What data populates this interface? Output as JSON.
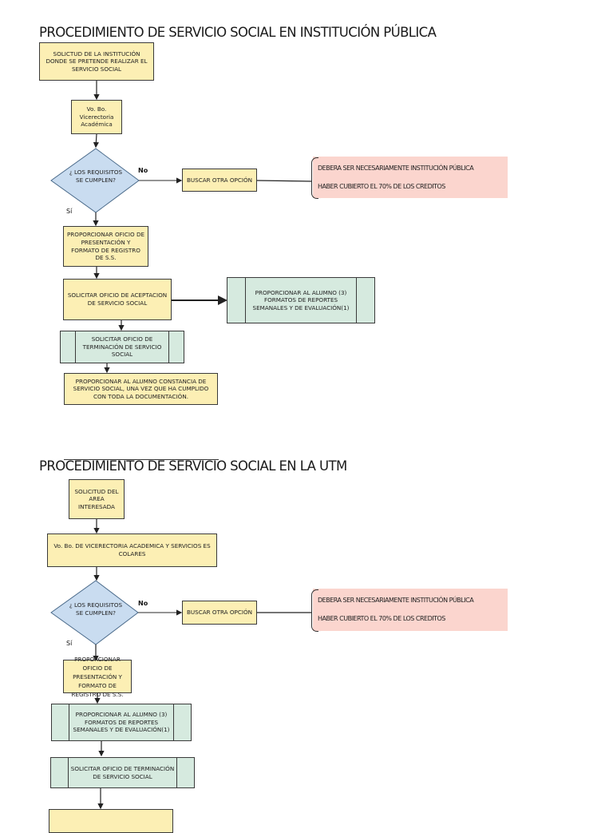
{
  "section1": {
    "title": "PROCEDIMIENTO DE SERVICIO SOCIAL EN INSTITUCIÓN PÚBLICA",
    "step1": "SOLICTUD DE LA INSTITUCIÓN DONDE SE PRETENDE REALIZAR EL SERVICIO SOCIAL",
    "step2": "Vo. Bo. Vicerectoria Académica",
    "decision": "¿ LOS REQUISITOS SE CUMPLEN?",
    "no_label": "No",
    "yes_label": "Sí",
    "alternative": "BUSCAR OTRA OPCIÓN",
    "notes": [
      "DEBERA SER NECESARIAMENTE INSTITUCIÓN PÚBLICA",
      "HABER CUBIERTO EL 70% DE LOS CREDITOS"
    ],
    "step3": "PROPORCIONAR OFICIO DE PRESENTACIÓN Y FORMATO DE REGISTRO DE S.S.",
    "step4": "SOLICITAR OFICIO DE ACEPTACION DE SERVICIO SOCIAL",
    "step4_side": "PROPORCIONAR AL ALUMNO (3) FORMATOS DE REPORTES SEMANALES Y DE EVALUACIÓN(1)",
    "step5": "SOLICITAR OFICIO DE TERMINACIÓN DE SERVICIO SOCIAL",
    "step6": "PROPORCIONAR AL ALUMNO CONSTANCIA DE SERVICIO SOCIAL, UNA VEZ QUE HA CUMPLIDO CON TODA LA DOCUMENTACIÓN."
  },
  "section2": {
    "title": "PROCEDIMIENTO DE SERVICIO SOCIAL EN LA UTM",
    "step1": "SOLICITUD DEL AREA INTERESADA",
    "step2": "Vo. Bo. DE VICERECTORIA ACADEMICA Y SERVICIOS ES COLARES",
    "decision": "¿ LOS REQUISITOS SE CUMPLEN?",
    "no_label": "No",
    "yes_label": "Sí",
    "alternative": "BUSCAR OTRA OPCIÓN",
    "notes": [
      "DEBERA SER NECESARIAMENTE INSTITUCIÓN PÚBLICA",
      "HABER CUBIERTO EL 70% DE LOS CREDITOS"
    ],
    "step3": "PROPORCIONAR OFICIO DE PRESENTACIÓN Y FORMATO DE REGISTRO DE S.S.",
    "step4": "PROPORCIONAR AL ALUMNO (3) FORMATOS DE REPORTES SEMANALES Y DE EVALUACIÓN(1)",
    "step5": "SOLICITAR OFICIO DE TERMINACIÓN DE SERVICIO SOCIAL",
    "step6": ""
  },
  "colors": {
    "process_fill": "#fcefb4",
    "decision_fill": "#c9dcf0",
    "predefined_fill": "#d6eadf",
    "note_fill": "#fbd5ce"
  }
}
